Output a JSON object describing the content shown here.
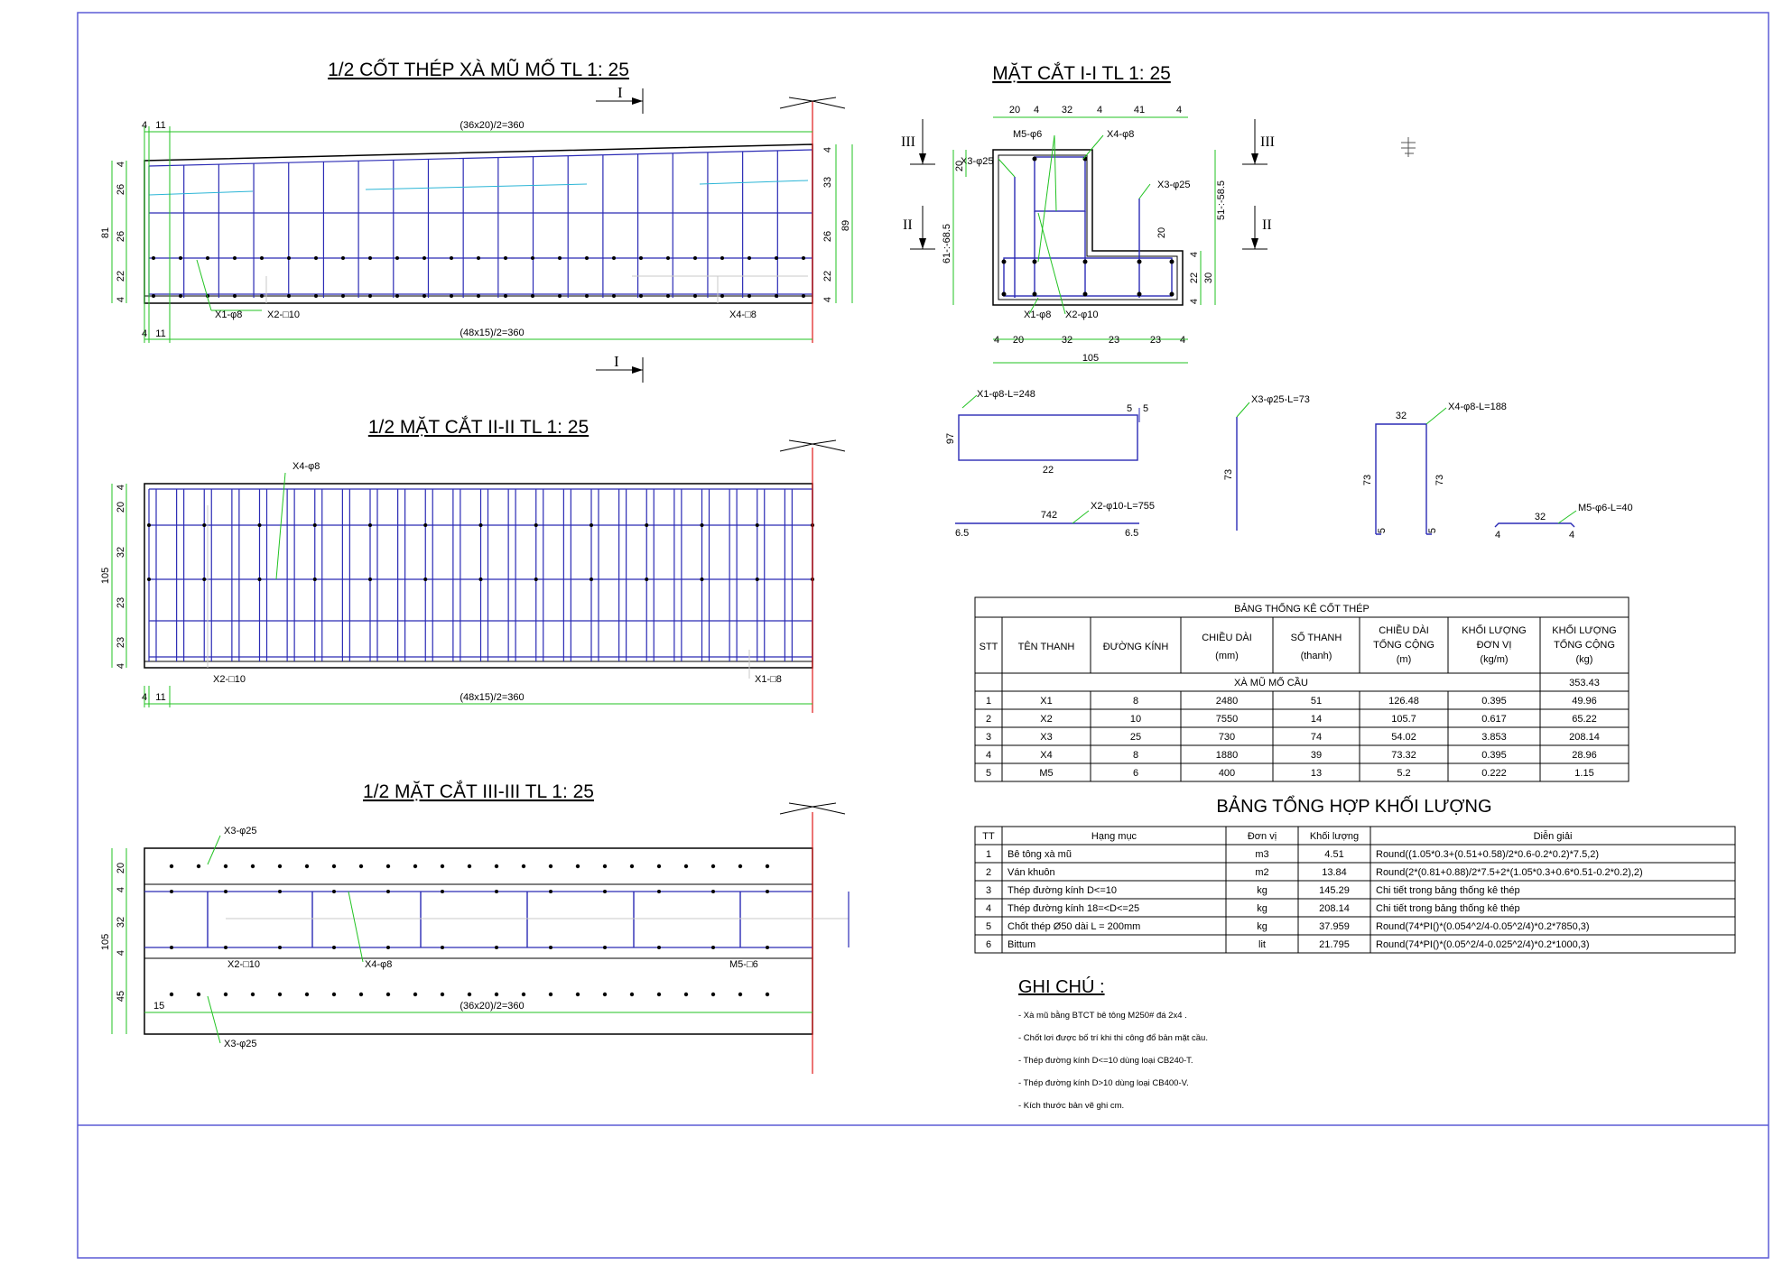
{
  "titles": {
    "plan": "1/2 CỐT THÉP XÀ MŨ MỐ TL 1: 25",
    "section_1": "MẶT CẮT I-I TL 1: 25",
    "section_2": "1/2 MẶT CẮT II-II TL 1: 25",
    "section_3": "1/2 MẶT CẮT III-III TL 1: 25"
  },
  "section_marks": {
    "I": "I",
    "II": "II",
    "III": "III"
  },
  "plan_view": {
    "top_dim": "(36x20)/2=360",
    "bottom_dim": "(48x15)/2=360",
    "left_small": [
      "4",
      "11"
    ],
    "left_vertical": [
      "4",
      "26",
      "26",
      "22",
      "4"
    ],
    "left_total": "81",
    "right_vertical": [
      "4",
      "33",
      "26",
      "22",
      "4"
    ],
    "right_total": "89",
    "labels": {
      "x1": "X1-φ8",
      "x2": "X2-□10",
      "x4": "X4-□8"
    }
  },
  "section_I": {
    "top_dims": [
      "20",
      "4",
      "32",
      "4",
      "41",
      "4"
    ],
    "bottom_dims": [
      "4",
      "20",
      "32",
      "23",
      "23",
      "4"
    ],
    "bottom_total": "105",
    "left_dims": [
      "20",
      "61-:-68.5"
    ],
    "right_dims": [
      "51-:-58.5",
      "20",
      "4",
      "22",
      "30",
      "4"
    ],
    "labels": {
      "m5": "M5-φ6",
      "x4": "X4-φ8",
      "x3a": "X3-φ25",
      "x3b": "X3-φ25",
      "x1": "X1-φ8",
      "x2": "X2-φ10"
    }
  },
  "section_II": {
    "left_vertical": [
      "4",
      "20",
      "32",
      "23",
      "23",
      "4"
    ],
    "left_total": "105",
    "bottom_small": [
      "4",
      "11"
    ],
    "bottom_dim": "(48x15)/2=360",
    "labels": {
      "x4": "X4-φ8",
      "x2": "X2-□10",
      "x1": "X1-□8"
    }
  },
  "section_III": {
    "left_vertical": [
      "20",
      "4",
      "32",
      "4",
      "45"
    ],
    "left_total": "105",
    "dim_15": "15",
    "dim_main": "(36x20)/2=360",
    "labels": {
      "x3top": "X3-φ25",
      "x3bot": "X3-φ25",
      "x2": "X2-□10",
      "x4": "X4-φ8",
      "m5": "M5-□6"
    }
  },
  "bar_shapes": {
    "x1": {
      "label": "X1-φ8-L=248",
      "h": "97",
      "w": "22",
      "t1": "5",
      "t2": "5"
    },
    "x2": {
      "label": "X2-φ10-L=755",
      "len": "742",
      "e1": "6.5",
      "e2": "6.5"
    },
    "x3": {
      "label": "X3-φ25-L=73",
      "len": "73"
    },
    "x4": {
      "label": "X4-φ8-L=188",
      "w": "32",
      "h1": "73",
      "h2": "73",
      "t1": "5",
      "t2": "5"
    },
    "m5": {
      "label": "M5-φ6-L=40",
      "len": "32",
      "e1": "4",
      "e2": "4"
    }
  },
  "rebar_table": {
    "title": "BẢNG THỐNG KÊ CỐT THÉP",
    "headers": [
      "STT",
      "TÊN THANH",
      "ĐƯỜNG KÍNH",
      "CHIỀU DÀI",
      "(mm)",
      "SỐ THANH",
      "(thanh)",
      "CHIỀU DÀI",
      "TỔNG CỘNG",
      "(m)",
      "KHỐI LƯỢNG",
      "ĐƠN VỊ",
      "(kg/m)",
      "KHỐI LƯỢNG",
      "TỔNG CỘNG",
      "(kg)"
    ],
    "group_label": "XÀ MŨ MỐ CẦU",
    "group_total": "353.43",
    "rows": [
      [
        "1",
        "X1",
        "8",
        "2480",
        "51",
        "126.48",
        "0.395",
        "49.96"
      ],
      [
        "2",
        "X2",
        "10",
        "7550",
        "14",
        "105.7",
        "0.617",
        "65.22"
      ],
      [
        "3",
        "X3",
        "25",
        "730",
        "74",
        "54.02",
        "3.853",
        "208.14"
      ],
      [
        "4",
        "X4",
        "8",
        "1880",
        "39",
        "73.32",
        "0.395",
        "28.96"
      ],
      [
        "5",
        "M5",
        "6",
        "400",
        "13",
        "5.2",
        "0.222",
        "1.15"
      ]
    ]
  },
  "qty_table": {
    "title": "BẢNG TỔNG HỢP KHỐI LƯỢNG",
    "headers": [
      "TT",
      "Hạng mục",
      "Đơn vị",
      "Khối lượng",
      "Diễn giải"
    ],
    "rows": [
      [
        "1",
        "Bê tông xà mũ",
        "m3",
        "4.51",
        "Round((1.05*0.3+(0.51+0.58)/2*0.6-0.2*0.2)*7.5,2)"
      ],
      [
        "2",
        "Ván khuôn",
        "m2",
        "13.84",
        "Round(2*(0.81+0.88)/2*7.5+2*(1.05*0.3+0.6*0.51-0.2*0.2),2)"
      ],
      [
        "3",
        "Thép đường kính D<=10",
        "kg",
        "145.29",
        "Chi tiết trong bảng thống kê thép"
      ],
      [
        "4",
        "Thép đường kính 18=<D<=25",
        "kg",
        "208.14",
        "Chi tiết trong bảng thống kê thép"
      ],
      [
        "5",
        "Chốt thép Ø50 dài L = 200mm",
        "kg",
        "37.959",
        "Round(74*PI()*(0.054^2/4-0.05^2/4)*0.2*7850,3)"
      ],
      [
        "6",
        "Bittum",
        "lit",
        "21.795",
        "Round(74*PI()*(0.05^2/4-0.025^2/4)*0.2*1000,3)"
      ]
    ]
  },
  "notes": {
    "title": "GHI CHÚ :",
    "items": [
      "- Xà mũ bằng BTCT bê tông M250# đá 2x4 .",
      "- Chốt lơi được bố trí khi thi công đổ bản mặt cầu.",
      "- Thép đường kính D<=10 dùng loại CB240-T.",
      "- Thép đường kính D>10 dùng loại CB400-V.",
      "- Kích thước bản vẽ ghi cm."
    ]
  },
  "colors": {
    "rebar": "#2b2bb5",
    "dim": "#22c322",
    "cut": "#e01818",
    "frame": "#5b5bd6",
    "leader": "#22c322",
    "cyan": "#2bb5d6"
  }
}
